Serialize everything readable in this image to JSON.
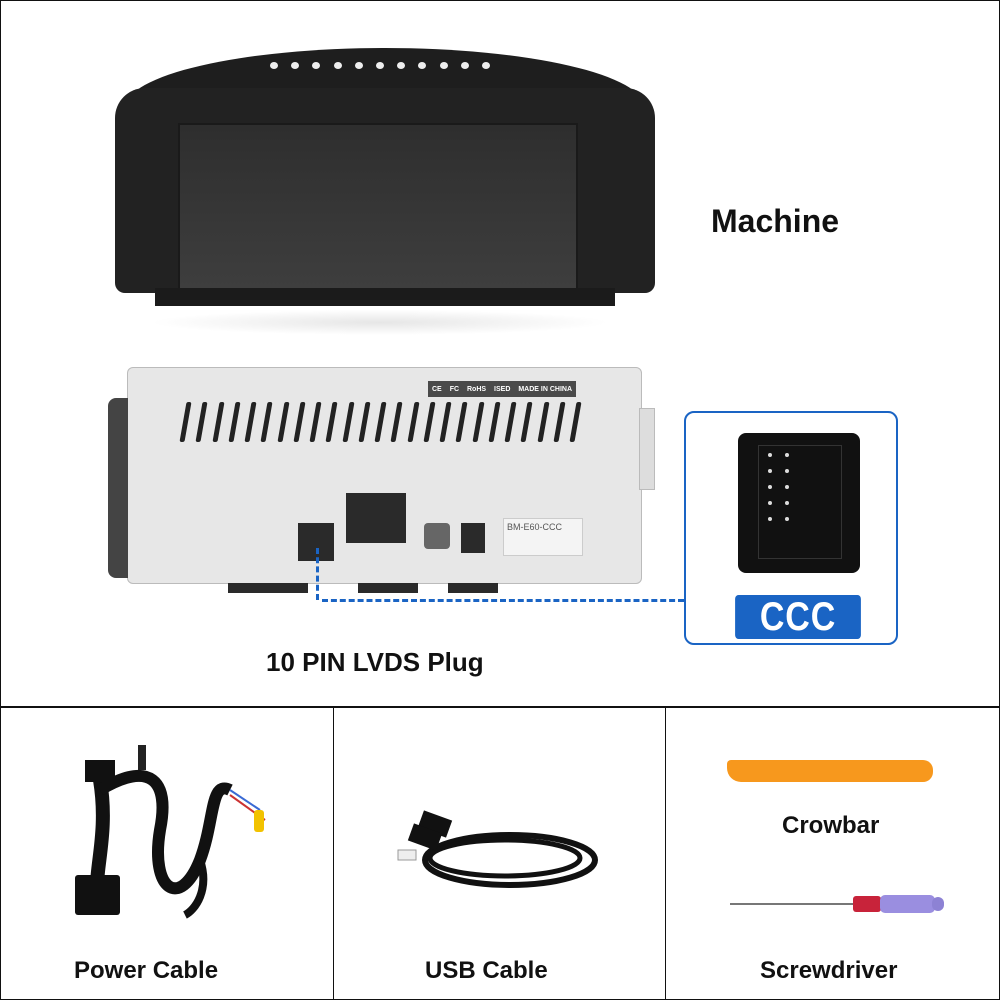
{
  "top": {
    "machine_label": "Machine",
    "lvds_label": "10 PIN LVDS Plug",
    "ccc_badge": "CCC",
    "cert_strip": [
      "CE",
      "FC",
      "RoHS",
      "ISED",
      "MADE IN CHINA"
    ],
    "sticker_model": "BM-E60-CCC",
    "accent_color": "#1a64c4"
  },
  "bottom": {
    "items": [
      {
        "label": "Power Cable",
        "icon": "power-cable-icon"
      },
      {
        "label": "USB Cable",
        "icon": "usb-cable-icon"
      },
      {
        "label": "Crowbar",
        "icon": "crowbar-icon"
      },
      {
        "label": "Screwdriver",
        "icon": "screwdriver-icon"
      }
    ]
  }
}
